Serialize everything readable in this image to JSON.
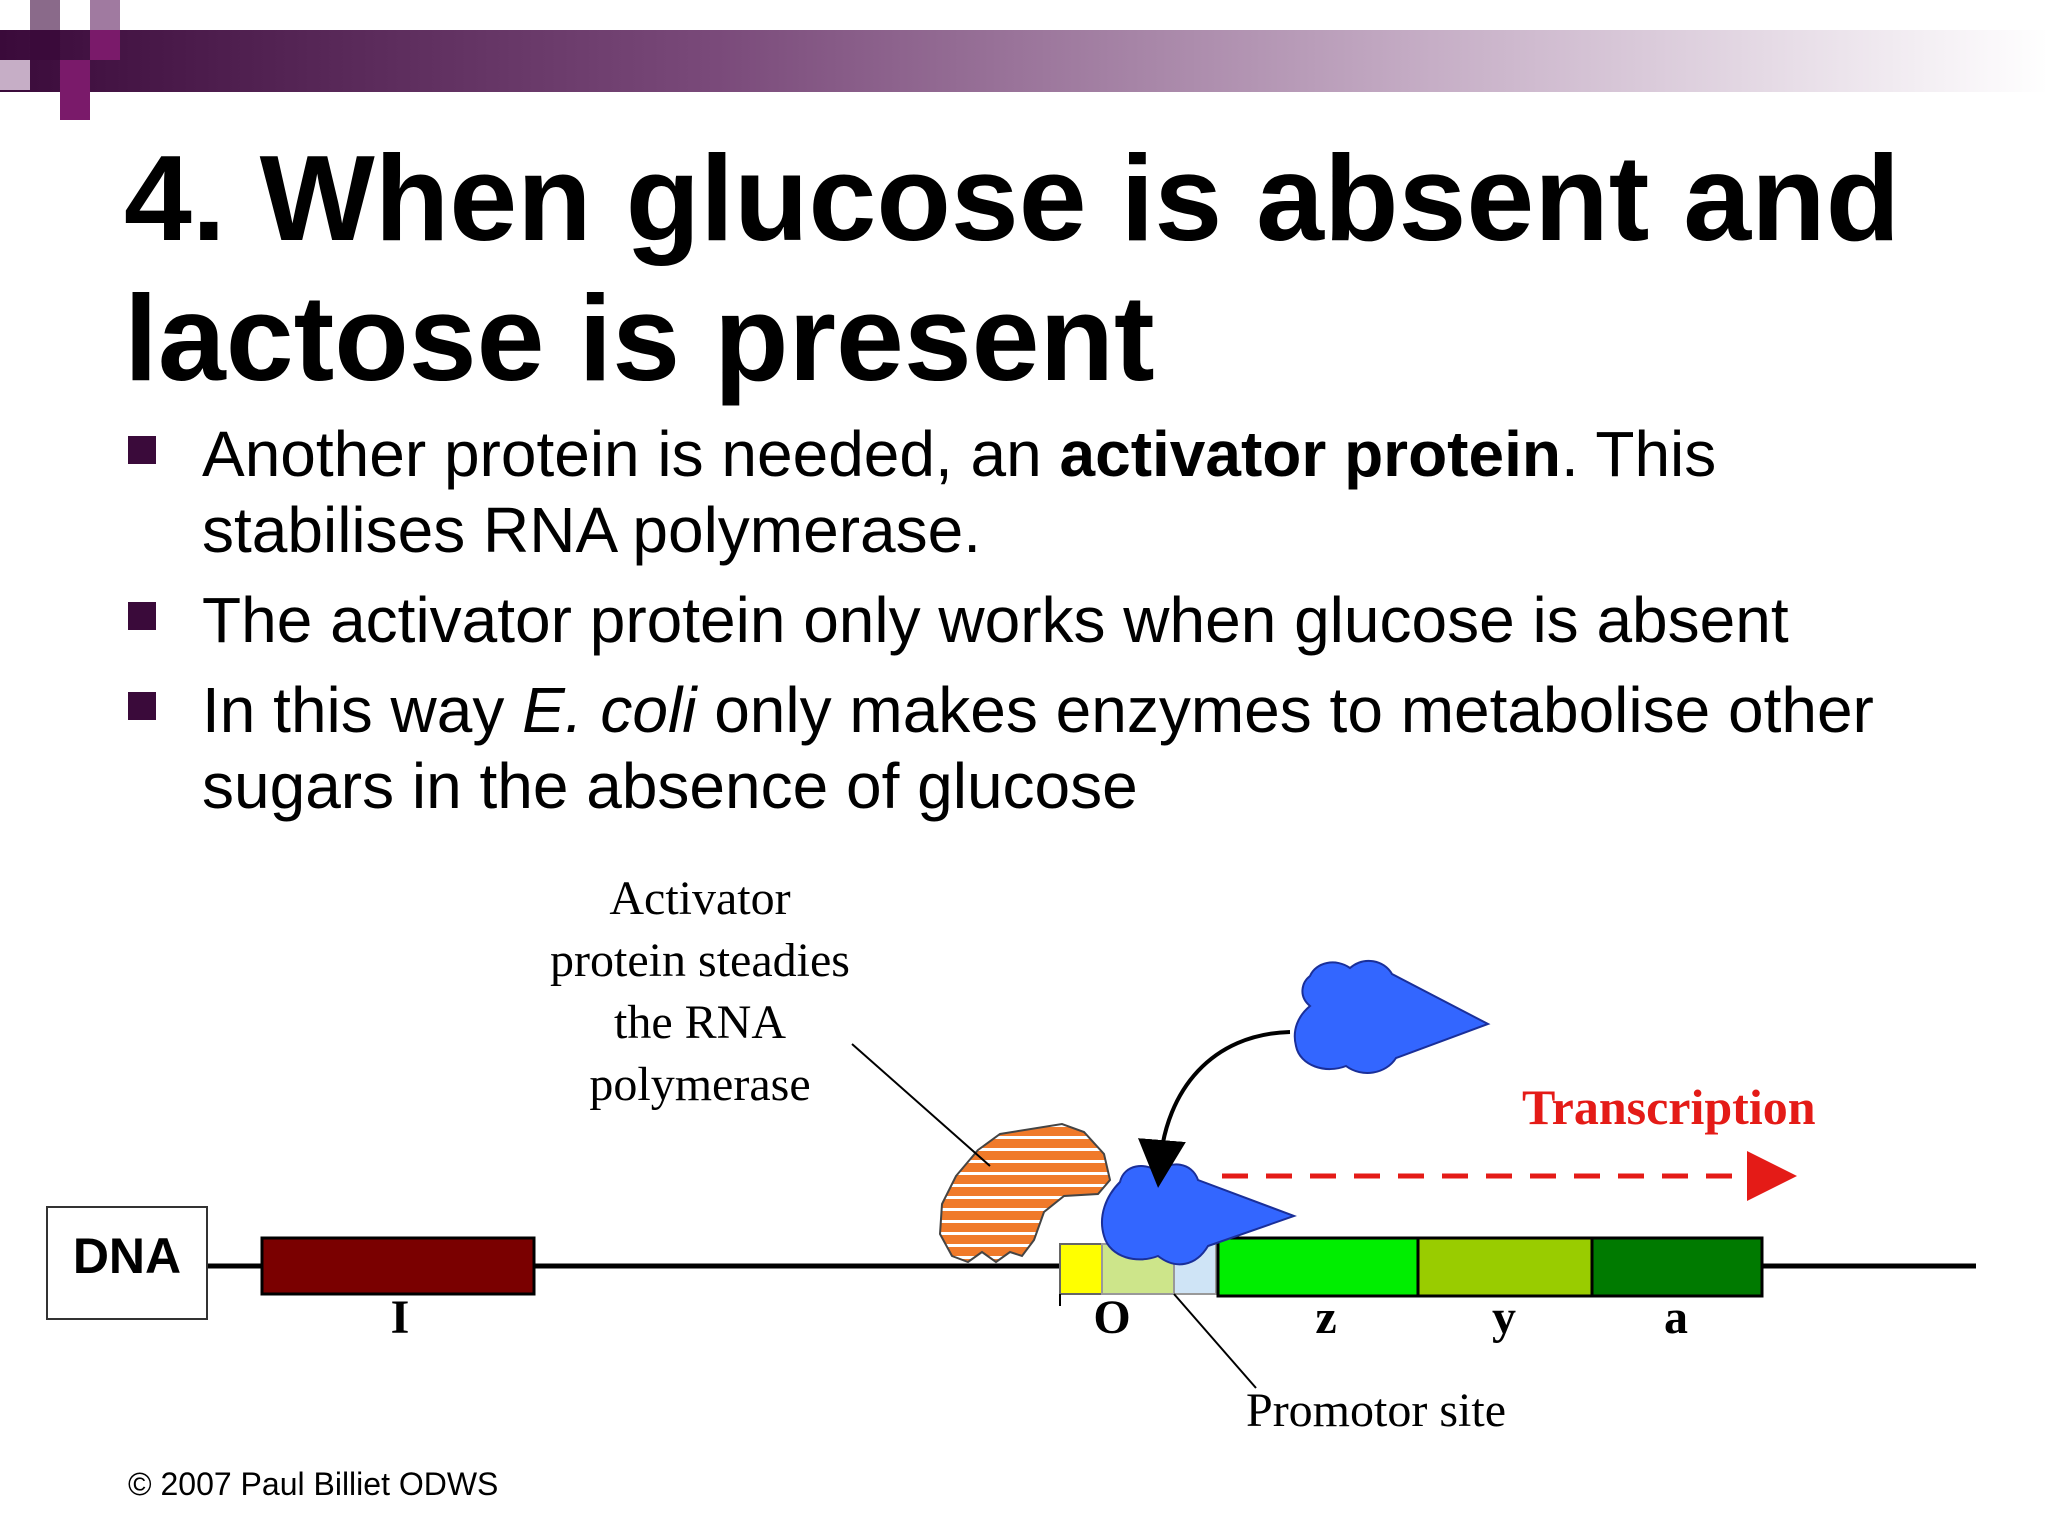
{
  "slide": {
    "title_line1": "4. When glucose is absent and",
    "title_line2": "lactose is present",
    "bullets": [
      {
        "pre": "Another protein is needed, an ",
        "bold": "activator protein",
        "post": ". This stabilises RNA polymerase."
      },
      {
        "text": "The activator protein only works when glucose is absent"
      },
      {
        "pre": "In this way ",
        "italic": "E. coli",
        "post": " only makes enzymes to metabolise other sugars in the absence of glucose"
      }
    ],
    "copyright": "© 2007 Paul Billiet ODWS"
  },
  "diagram": {
    "activator_caption": [
      "Activator",
      "protein steadies",
      "the RNA",
      "polymerase"
    ],
    "dna_label": "DNA",
    "gene_labels": {
      "I": "I",
      "O": "O",
      "z": "z",
      "y": "y",
      "a": "a"
    },
    "transcription_label": "Transcription",
    "promotor_label": "Promotor site"
  },
  "colors": {
    "banner_dark": "#3a0a3a",
    "banner_accent": "#7a1a6a",
    "bullet_marker": "#3a0a3a",
    "gene_I": "#7a0000",
    "operator": "#ffff00",
    "promotor_green": "#cde58a",
    "promotor_blue": "#cfe4f6",
    "gene_z": "#00ee00",
    "gene_y": "#99cc00",
    "gene_a": "#007a00",
    "polymerase": "#3366ff",
    "activator": "#f07a2a",
    "transcription": "#e41b17"
  }
}
